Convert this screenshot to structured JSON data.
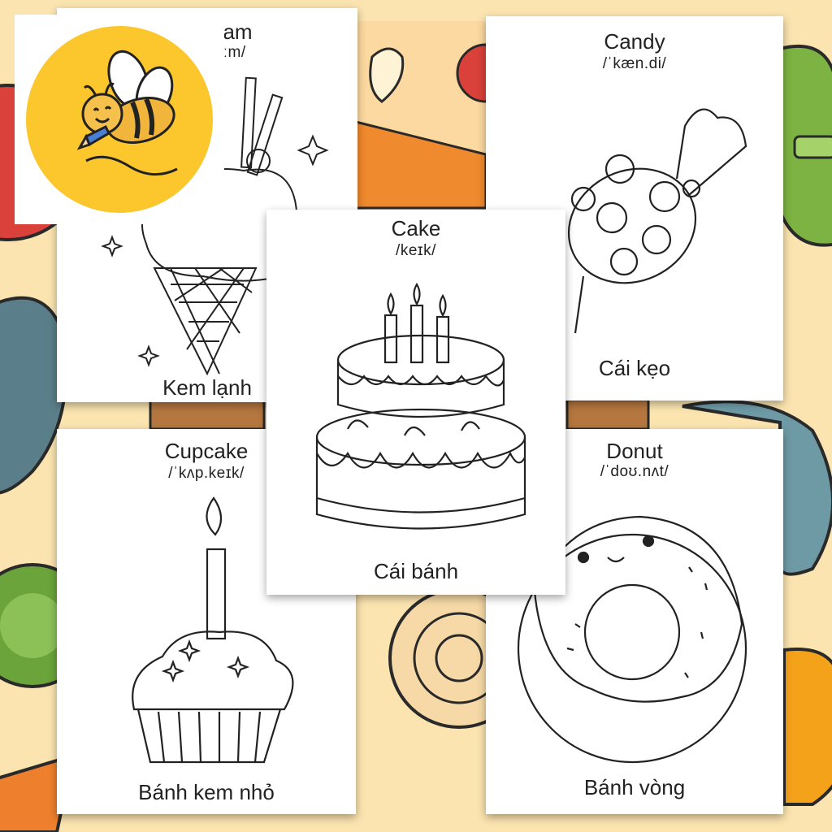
{
  "colors": {
    "background": "#fbe4b0",
    "logo_circle": "#fcc62d",
    "card": "#ffffff",
    "ink": "#222222"
  },
  "logo": {
    "icon": "bee-with-pencil-icon"
  },
  "cards": {
    "ice_cream": {
      "title": "eam",
      "ipa": "iːm/",
      "vietnamese": "Kem lạnh",
      "icon": "ice-cream-icon"
    },
    "candy": {
      "title": "Candy",
      "ipa": "/ˈkæn.di/",
      "vietnamese": "Cái kẹo",
      "icon": "candy-icon"
    },
    "cake": {
      "title": "Cake",
      "ipa": "/keɪk/",
      "vietnamese": "Cái bánh",
      "icon": "cake-icon"
    },
    "cupcake": {
      "title": "Cupcake",
      "ipa": "/ˈkʌp.keɪk/",
      "vietnamese": "Bánh kem nhỏ",
      "icon": "cupcake-icon"
    },
    "donut": {
      "title": "Donut",
      "ipa": "/ˈdoʊ.nʌt/",
      "vietnamese": "Bánh vòng",
      "icon": "donut-icon"
    }
  }
}
